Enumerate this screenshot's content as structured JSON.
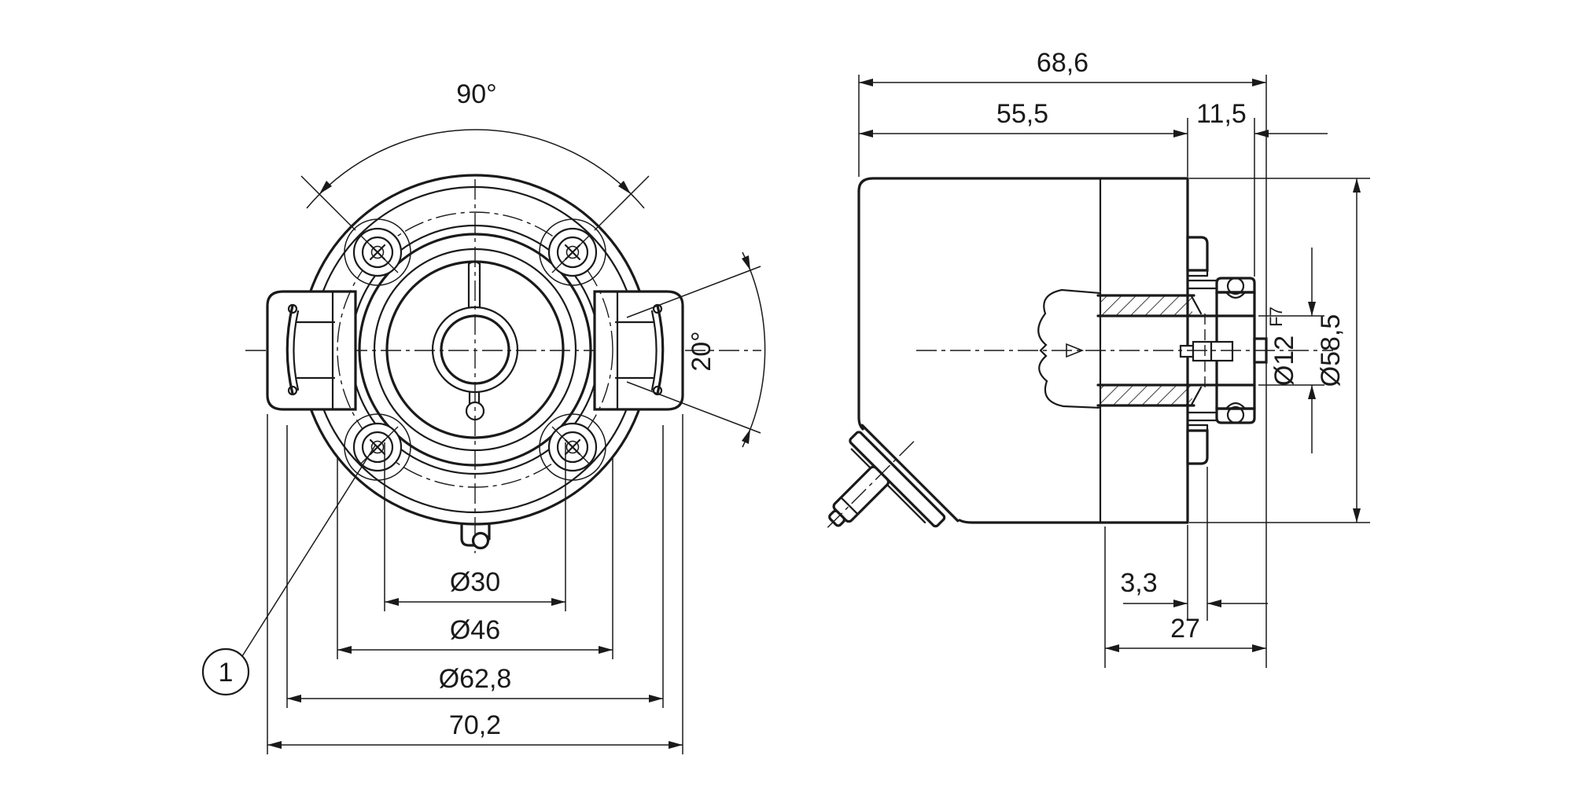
{
  "front_view": {
    "angle_top": "90°",
    "angle_side": "20°",
    "dia_30": "Ø30",
    "dia_46": "Ø46",
    "dia_62_8": "Ø62,8",
    "width_70_2": "70,2",
    "balloon": "1"
  },
  "side_view": {
    "len_68_6": "68,6",
    "len_55_5": "55,5",
    "len_11_5": "11,5",
    "len_3_3": "3,3",
    "len_27": "27",
    "dia_12": "Ø12",
    "dia_12_fit": "F7",
    "dia_58_5": "Ø58,5"
  },
  "colors": {
    "line": "#1a1a1a",
    "background": "#ffffff"
  }
}
